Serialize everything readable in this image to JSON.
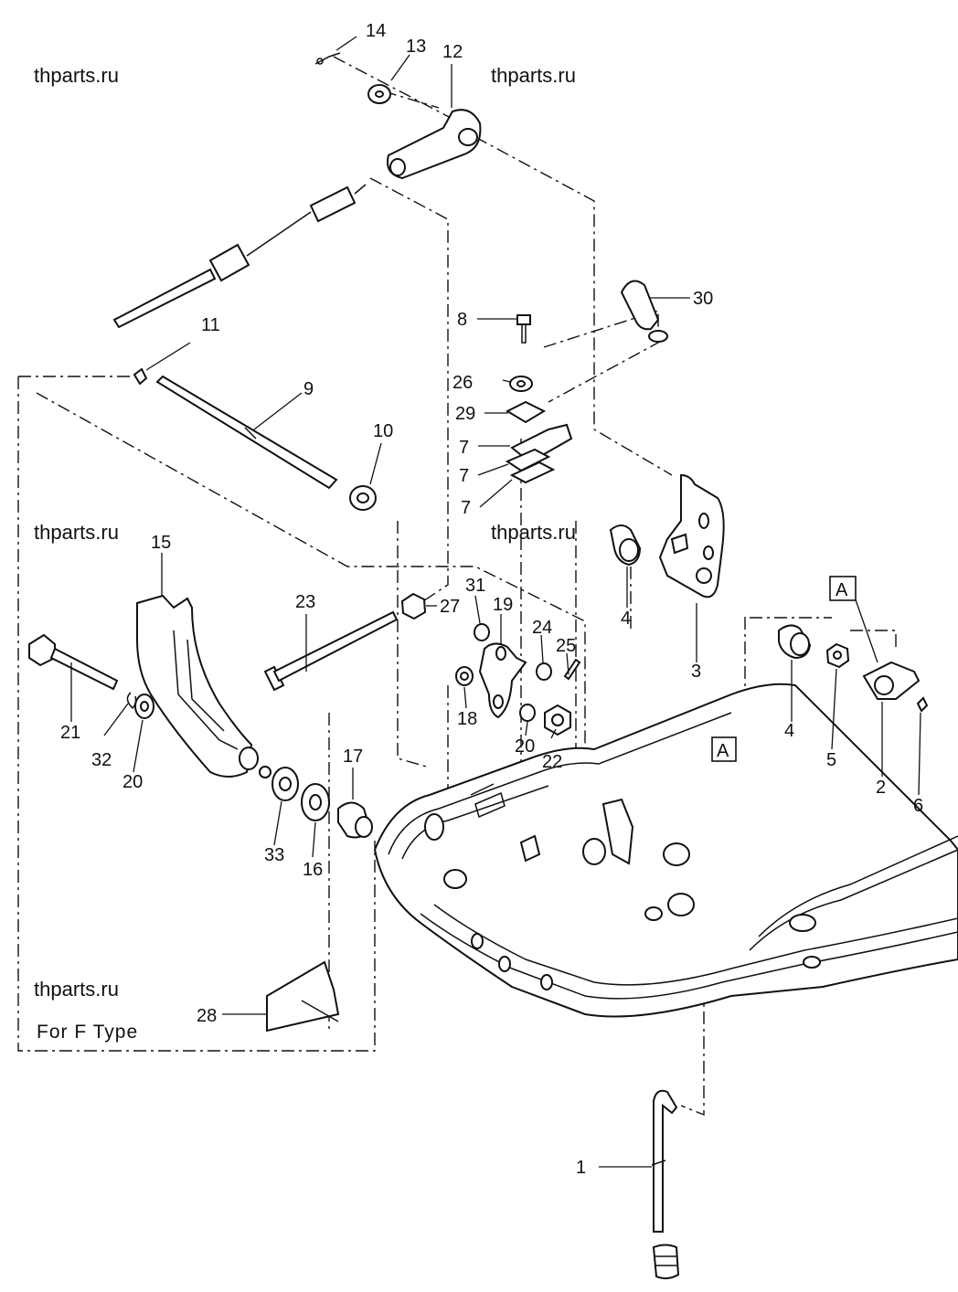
{
  "watermarks": [
    "thparts.ru",
    "thparts.ru",
    "thparts.ru",
    "thparts.ru",
    "thparts.ru"
  ],
  "callouts": {
    "c1": "1",
    "c2": "2",
    "c3": "3",
    "c4a": "4",
    "c4b": "4",
    "c5": "5",
    "c6": "6",
    "c7a": "7",
    "c7b": "7",
    "c7c": "7",
    "c8": "8",
    "c9": "9",
    "c10": "10",
    "c11": "11",
    "c12": "12",
    "c13": "13",
    "c14": "14",
    "c15": "15",
    "c16": "16",
    "c17": "17",
    "c18": "18",
    "c19": "19",
    "c20a": "20",
    "c20b": "20",
    "c21": "21",
    "c22": "22",
    "c23": "23",
    "c24": "24",
    "c25": "25",
    "c26": "26",
    "c27": "27",
    "c28": "28",
    "c29": "29",
    "c30": "30",
    "c31": "31",
    "c32": "32",
    "c33": "33"
  },
  "ref_marks": {
    "a_top": "A",
    "a_mid": "A"
  },
  "variant_note": "For F Type"
}
